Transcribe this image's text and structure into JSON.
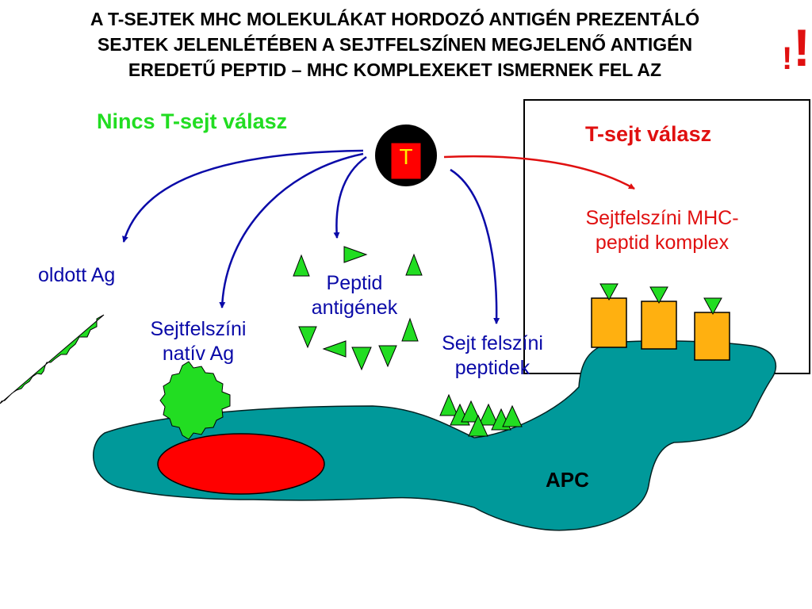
{
  "title": {
    "line1": "A T-SEJTEK MHC MOLEKULÁKAT HORDOZÓ ANTIGÉN PREZENTÁLÓ",
    "line2": "SEJTEK JELENLÉTÉBEN A SEJTFELSZÍNEN MEGJELENŐ ANTIGÉN",
    "line3": "EREDETŰ PEPTID – MHC KOMPLEXEKET ISMERNEK FEL AZ"
  },
  "exclamation": "!",
  "no_response": "Nincs T-sejt válasz",
  "response": "T-sejt válasz",
  "t_cell_label": "T",
  "soluble_ag": "oldott Ag",
  "native_ag": {
    "line1": "Sejtfelszíni",
    "line2": "natív Ag"
  },
  "peptide_antigens": {
    "line1": "Peptid",
    "line2": "antigének"
  },
  "surface_peptides": {
    "line1": "Sejt felszíni",
    "line2": "peptidek"
  },
  "mhc_complex": {
    "line1": "Sejtfelszíni MHC-",
    "line2": "peptid komplex"
  },
  "apc": "APC",
  "colors": {
    "apc_cell": "#00999a",
    "nucleus": "#ff0000",
    "antigen_green": "#22dd22",
    "mhc_orange": "#ffb010",
    "arrow_blue": "#0a0aa8",
    "arrow_red": "#e01010"
  }
}
